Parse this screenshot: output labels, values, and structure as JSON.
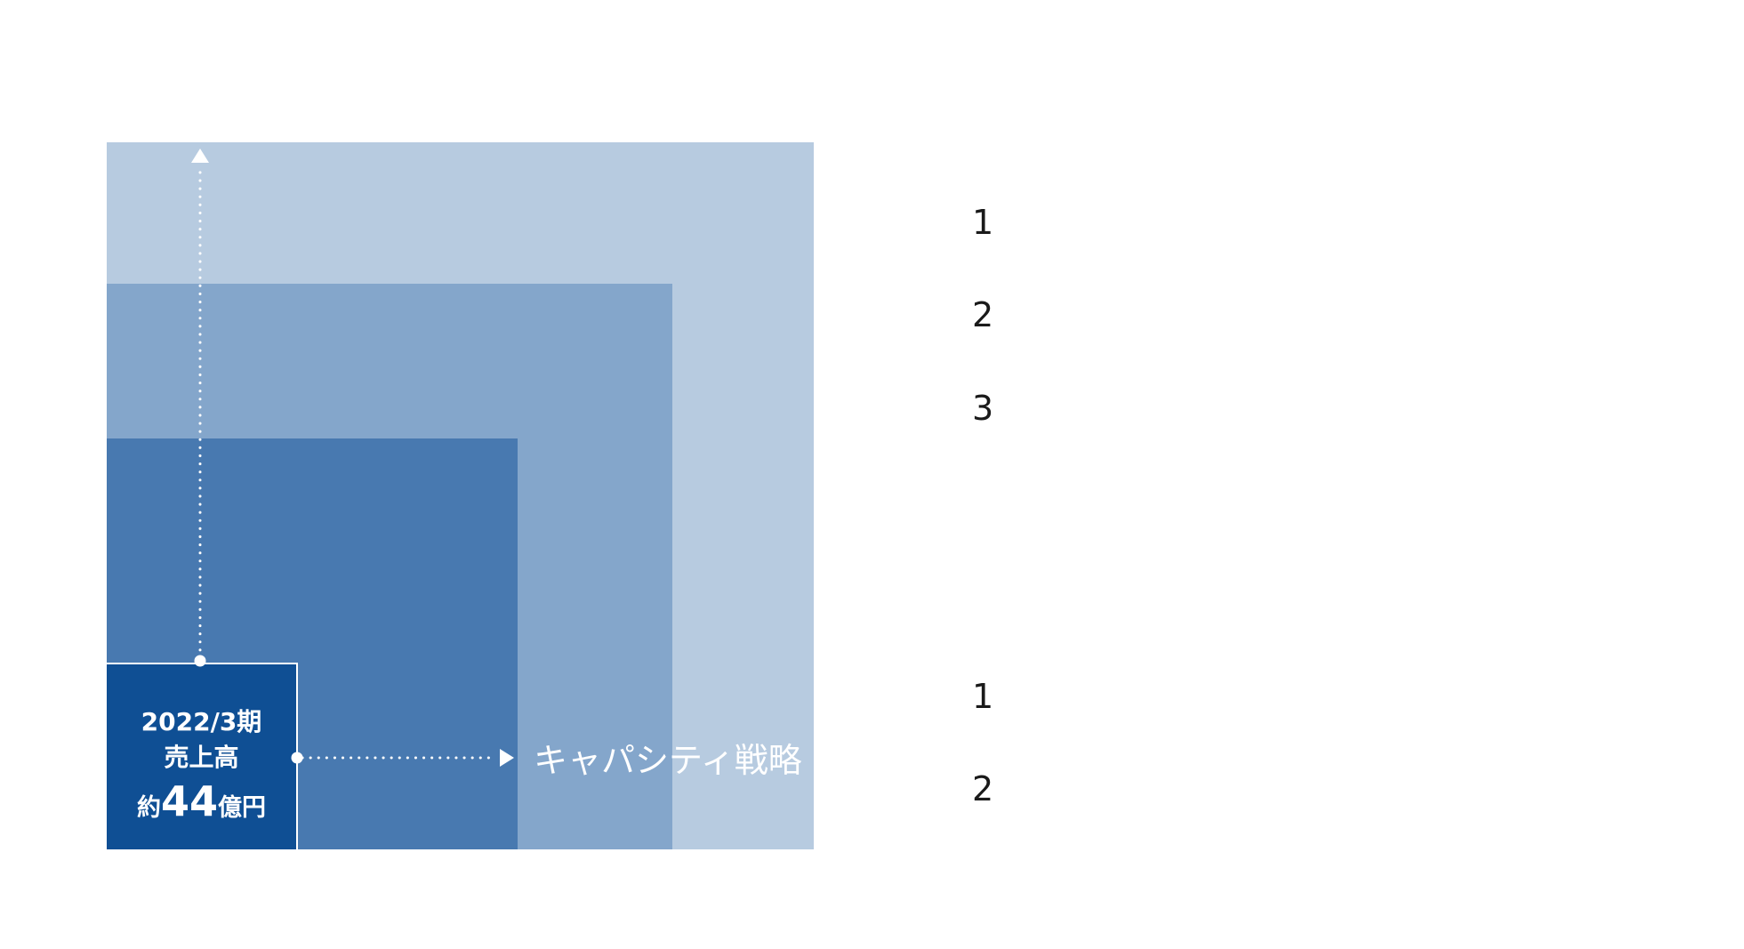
{
  "diagram": {
    "base": {
      "period": "2022/3期",
      "label": "売上高",
      "amount_prefix": "約",
      "amount_value": "44",
      "amount_suffix": "億円"
    },
    "horizontal_strategy": "キャパシティ戦略",
    "vertical_strategy": ""
  },
  "side_list": {
    "group_1": [
      "1",
      "2",
      "3"
    ],
    "group_2": [
      "1",
      "2"
    ]
  },
  "colors": {
    "outer": "#b7cbe0",
    "middle": "#84a6cb",
    "inner": "#4879b0",
    "base": "#0f4f94",
    "arrow": "#ffffff",
    "number_text": "#1a1a1a"
  }
}
